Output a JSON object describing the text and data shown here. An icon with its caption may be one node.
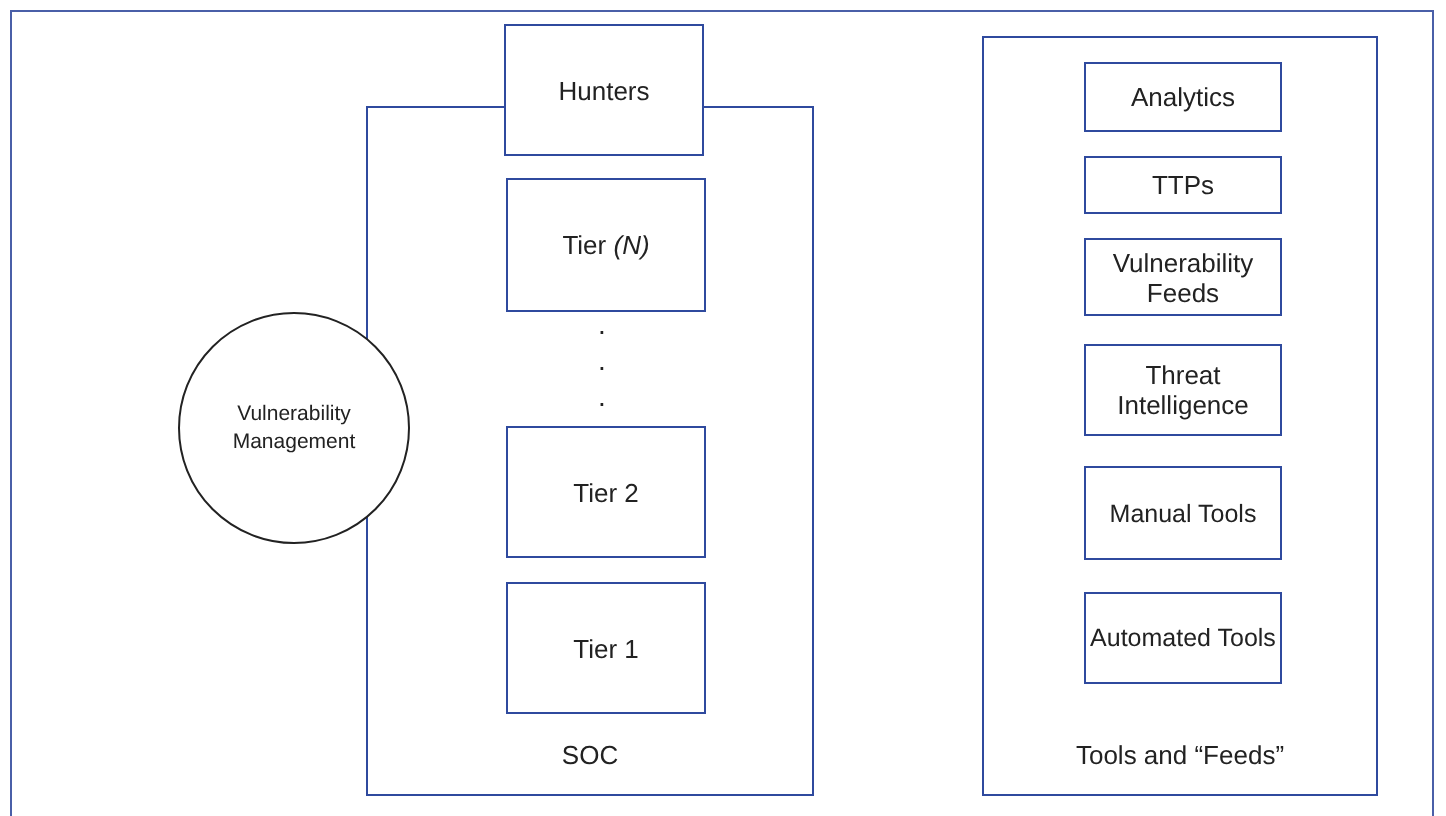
{
  "diagram": {
    "nodes": [
      {
        "text": [
          "SOC"
        ]
      },
      {
        "text": [
          "Hunters"
        ]
      },
      {
        "text": [
          "Tier *(N)*"
        ],
        "in": 0
      },
      {
        "text": [
          "Tier 2"
        ],
        "in": 0
      },
      {
        "text": [
          "Tier 1"
        ],
        "in": 0
      },
      {
        "text": [
          "Vulnerability Management"
        ]
      },
      {
        "text": [
          "Tools and “Feeds”"
        ]
      },
      {
        "text": [
          "Analytics"
        ],
        "in": 6
      },
      {
        "text": [
          "TTPs"
        ],
        "in": 6
      },
      {
        "text": [
          "Vulnerability Feeds"
        ],
        "in": 6
      },
      {
        "text": [
          "Threat Intelligence"
        ],
        "in": 6
      },
      {
        "text": [
          "Manual Tools"
        ],
        "in": 6
      },
      {
        "text": [
          "Automated Tools"
        ],
        "in": 6
      }
    ],
    "edges": [],
    "labels": [
      ".",
      ".",
      "."
    ]
  }
}
